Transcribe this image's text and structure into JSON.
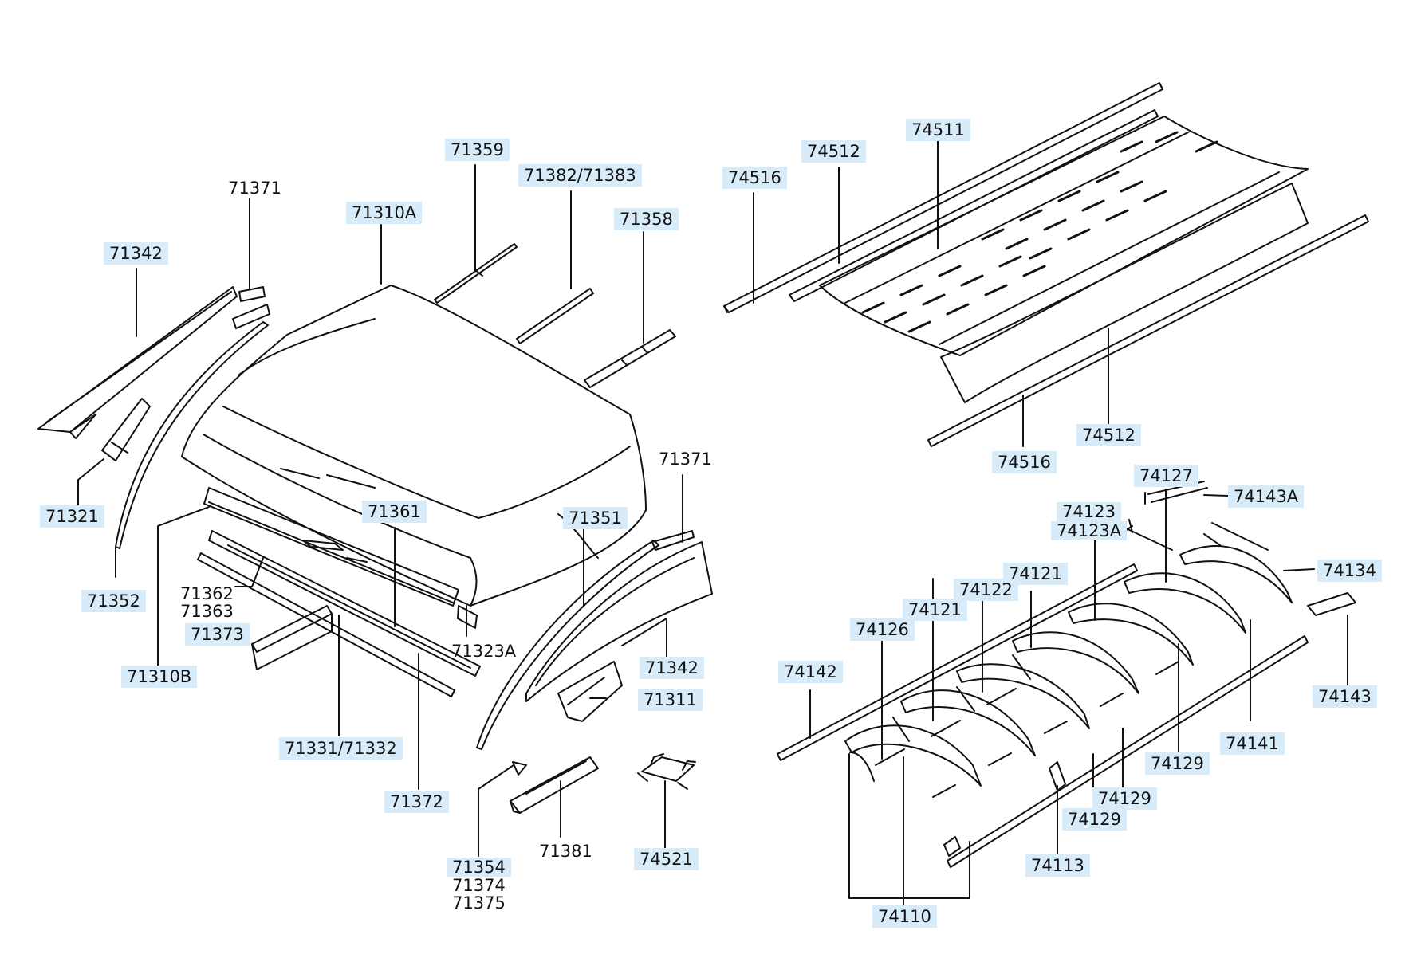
{
  "colors": {
    "label_highlight": "#d8ebf9",
    "line": "#111111",
    "background": "#ffffff"
  },
  "labels": {
    "p71371_top": "71371",
    "p71342_left": "71342",
    "p71310A": "71310A",
    "p71359": "71359",
    "p71382_71383": "71382/71383",
    "p71358": "71358",
    "p71321": "71321",
    "p71352": "71352",
    "p71362": "71362",
    "p71363": "71363",
    "p71373": "71373",
    "p71310B": "71310B",
    "p71361": "71361",
    "p71351": "71351",
    "p71371_right": "71371",
    "p71323A": "71323A",
    "p71342_right": "71342",
    "p71311": "71311",
    "p71331_71332": "71331/71332",
    "p71372": "71372",
    "p71354": "71354",
    "p71374": "71374",
    "p71375": "71375",
    "p71381": "71381",
    "p74521": "74521",
    "p74516_top": "74516",
    "p74512_top": "74512",
    "p74511": "74511",
    "p74512_bottom": "74512",
    "p74516_bottom": "74516",
    "p74127": "74127",
    "p74143A": "74143A",
    "p74123": "74123",
    "p74123A": "74123A",
    "p74134": "74134",
    "p74121_a": "74121",
    "p74122": "74122",
    "p74121_b": "74121",
    "p74126": "74126",
    "p74142": "74142",
    "p74143": "74143",
    "p74141": "74141",
    "p74129_a": "74129",
    "p74129_b": "74129",
    "p74129_c": "74129",
    "p74113": "74113",
    "p74110": "74110"
  }
}
